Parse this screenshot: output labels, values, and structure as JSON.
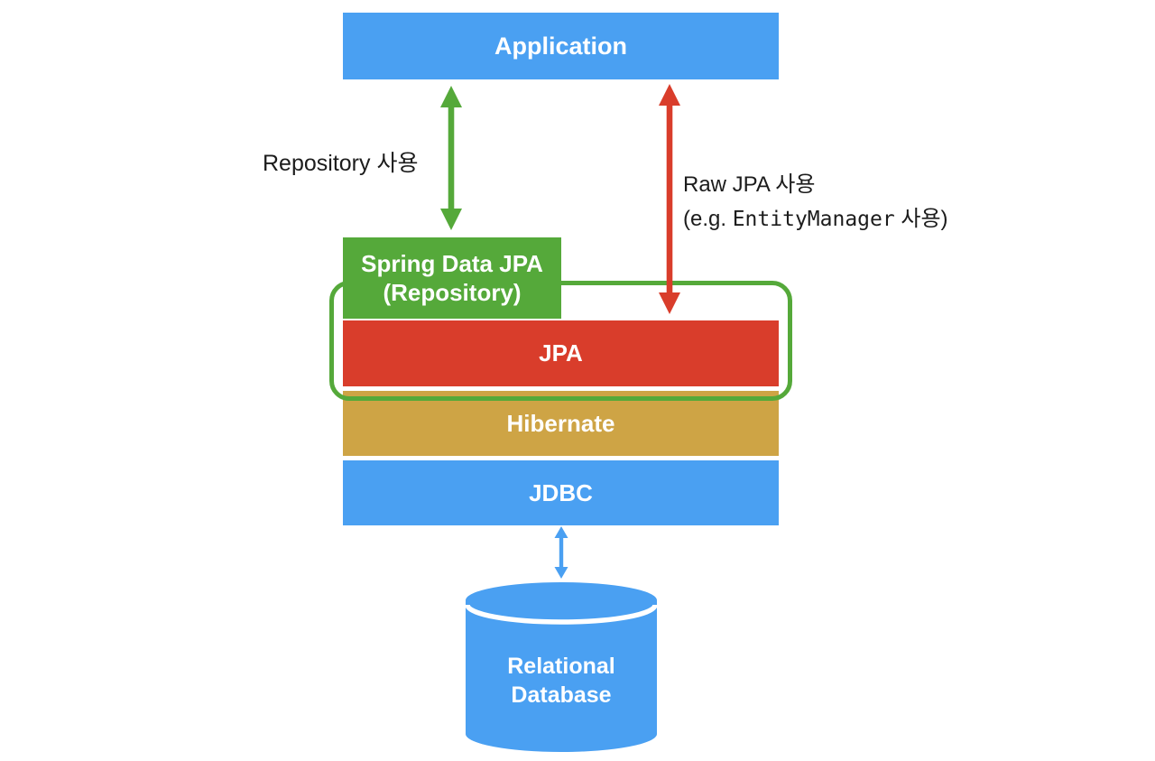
{
  "colors": {
    "blue": "#4aa0f2",
    "green": "#55a93a",
    "green_outline": "#55a93a",
    "red": "#d93d2b",
    "gold": "#cea445",
    "label_text": "#1c1c1c",
    "box_text": "#ffffff"
  },
  "boxes": {
    "application": {
      "label": "Application"
    },
    "spring_data_jpa": {
      "line1": "Spring Data JPA",
      "line2": "(Repository)"
    },
    "jpa": {
      "label": "JPA"
    },
    "hibernate": {
      "label": "Hibernate"
    },
    "jdbc": {
      "label": "JDBC"
    },
    "database": {
      "line1": "Relational",
      "line2": "Database"
    }
  },
  "annotations": {
    "repository_usage": "Repository 사용",
    "raw_jpa_line1": "Raw JPA 사용",
    "raw_jpa_line2_prefix": "(e.g. ",
    "raw_jpa_line2_code": "EntityManager",
    "raw_jpa_line2_suffix": " 사용)"
  },
  "arrows": {
    "application_to_spring_data_jpa": "double-headed-green-vertical",
    "application_to_jpa": "double-headed-red-vertical",
    "jdbc_to_database": "double-headed-blue-vertical"
  }
}
